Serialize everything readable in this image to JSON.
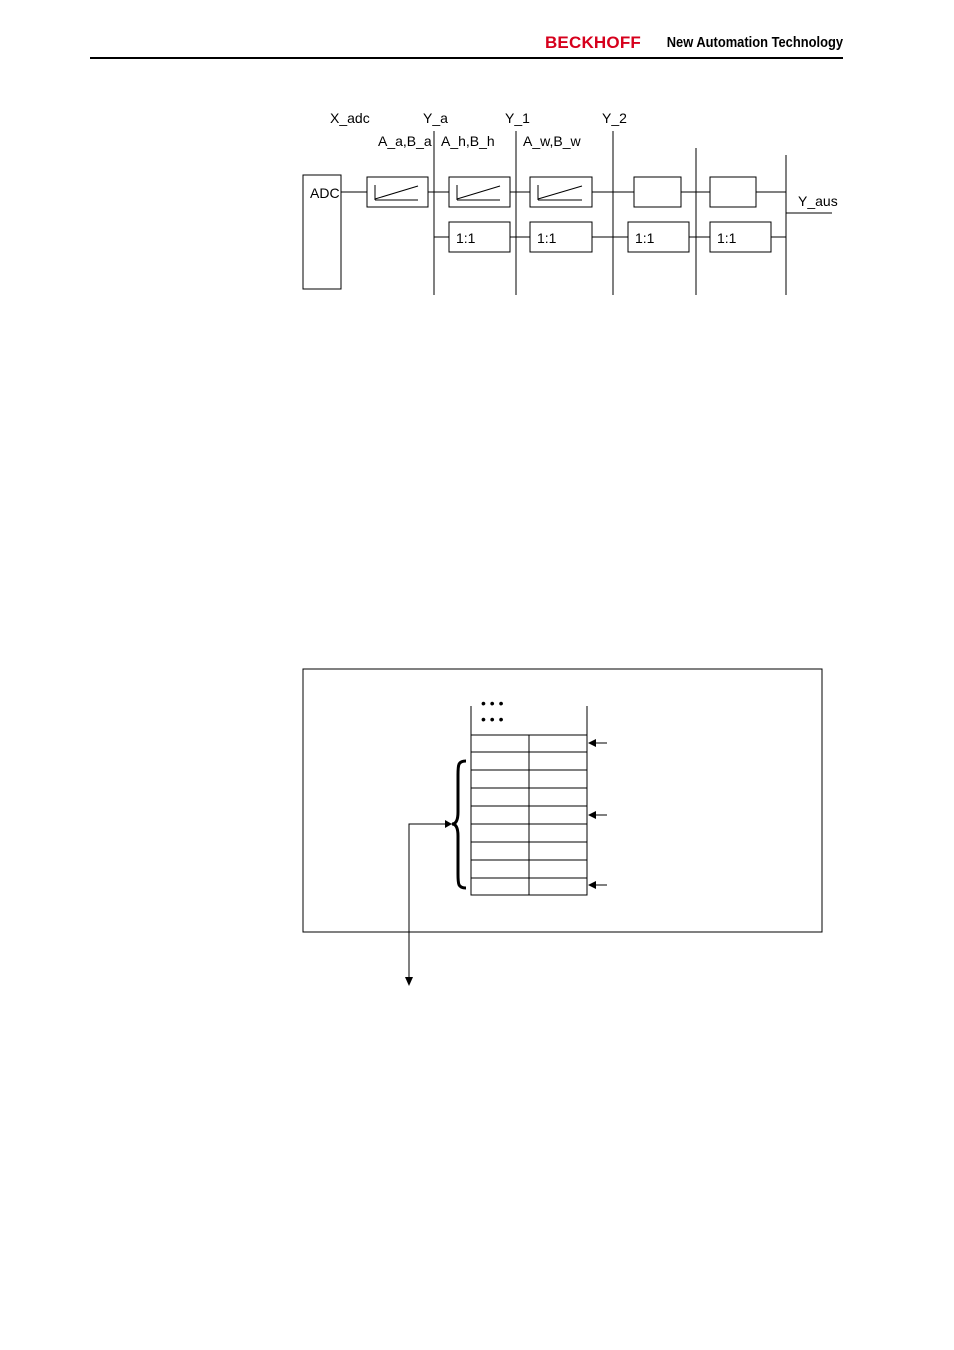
{
  "header": {
    "brand": "BECKHOFF",
    "tagline": "New Automation Technology",
    "brand_color": "#d6001c"
  },
  "diagram1": {
    "signals": {
      "x_adc": "X_adc",
      "y_a": "Y_a",
      "y_1": "Y_1",
      "y_2": "Y_2",
      "y_aus": "Y_aus"
    },
    "params": {
      "ab_a": "A_a,B_a",
      "ab_h": "A_h,B_h",
      "ab_w": "A_w,B_w"
    },
    "adc": "ADC",
    "ratio_labels": [
      "1:1",
      "1:1",
      "1:1",
      "1:1"
    ]
  },
  "diagram2": {
    "dots_1": "• • •",
    "dots_2": "• • •"
  }
}
